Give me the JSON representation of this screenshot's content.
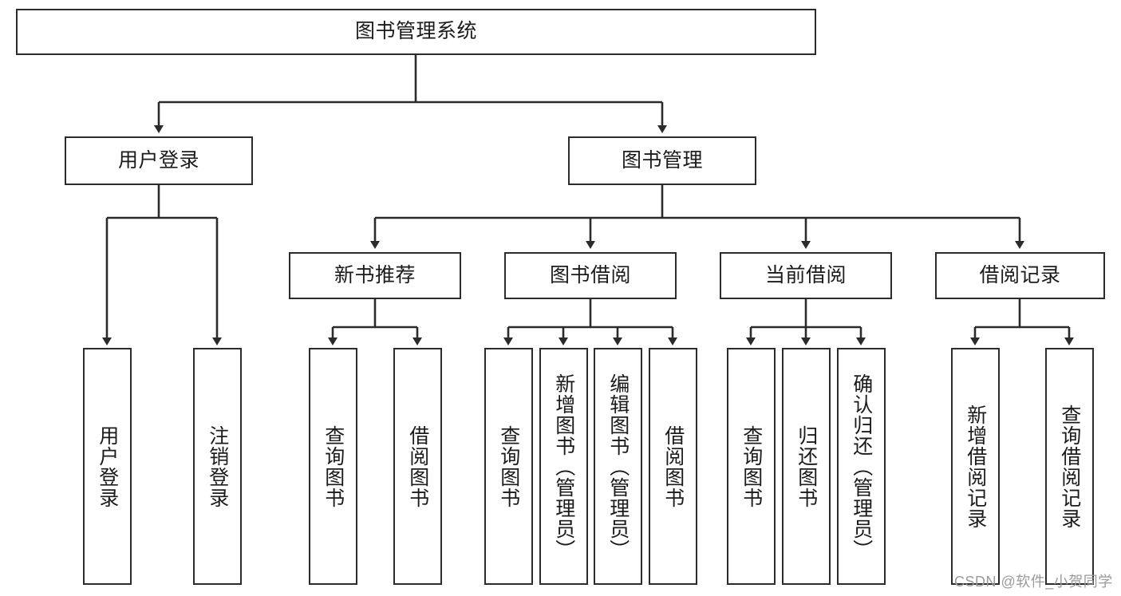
{
  "diagram": {
    "title": "图书管理系统",
    "type": "functional-decomposition-tree",
    "root": {
      "label": "图书管理系统"
    },
    "level2": [
      {
        "label": "用户登录"
      },
      {
        "label": "图书管理"
      }
    ],
    "level3": [
      {
        "label": "新书推荐"
      },
      {
        "label": "图书借阅"
      },
      {
        "label": "当前借阅"
      },
      {
        "label": "借阅记录"
      }
    ],
    "leaves": {
      "user_login": [
        {
          "label": "用户登录"
        },
        {
          "label": "注销登录"
        }
      ],
      "new_book_recommend": [
        {
          "label": "查询图书"
        },
        {
          "label": "借阅图书"
        }
      ],
      "book_borrow": [
        {
          "label": "查询图书"
        },
        {
          "label": "新增图书（管理员）"
        },
        {
          "label": "编辑图书（管理员）"
        },
        {
          "label": "借阅图书"
        }
      ],
      "current_borrow": [
        {
          "label": "查询图书"
        },
        {
          "label": "归还图书"
        },
        {
          "label": "确认归还（管理员）"
        }
      ],
      "borrow_record": [
        {
          "label": "新增借阅记录"
        },
        {
          "label": "查询借阅记录"
        }
      ]
    }
  },
  "watermark": {
    "text": "CSDN @软件_小贺同学"
  },
  "colors": {
    "stroke": "#2b2b2b",
    "text": "#1b1b1b",
    "background": "#ffffff",
    "watermark": "#9a9a9a"
  }
}
